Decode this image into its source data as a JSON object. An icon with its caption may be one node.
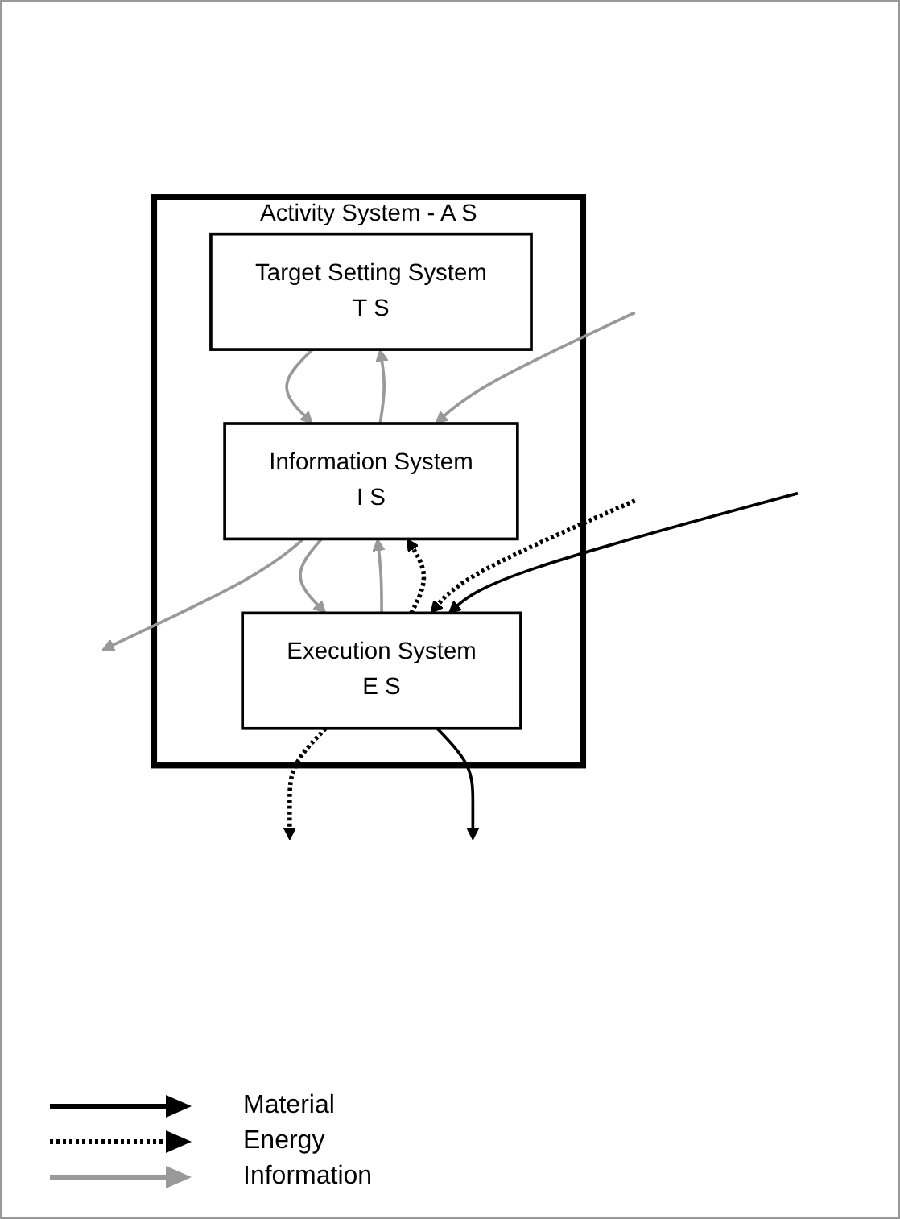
{
  "diagram": {
    "nodes": [
      {
        "text": [
          "Activity System - A S"
        ]
      },
      {
        "text": [
          "Target Setting System",
          "T S"
        ],
        "in": 0
      },
      {
        "text": [
          "Information System",
          "I S"
        ],
        "in": 0
      },
      {
        "text": [
          "Execution System",
          "E S"
        ],
        "in": 0
      }
    ],
    "edges": [
      {
        "from": 1,
        "to": 2,
        "arrow": "to"
      },
      {
        "from": 2,
        "to": 1,
        "arrow": "to"
      },
      {
        "from": null,
        "to": 2,
        "arrow": "to"
      },
      {
        "from": 2,
        "to": null,
        "arrow": "to"
      },
      {
        "from": 2,
        "to": 3,
        "arrow": "to"
      },
      {
        "from": 3,
        "to": 2,
        "arrow": "to"
      },
      {
        "from": 3,
        "to": 2,
        "arrow": "to",
        "style": "dashed",
        "color": "#000000"
      },
      {
        "from": null,
        "to": 3,
        "arrow": "to",
        "style": "dashed",
        "color": "#000000"
      },
      {
        "from": null,
        "to": 3,
        "arrow": "to",
        "color": "#000000"
      },
      {
        "from": 3,
        "to": null,
        "arrow": "to",
        "style": "dashed",
        "color": "#000000"
      },
      {
        "from": 3,
        "to": null,
        "arrow": "to",
        "color": "#000000"
      }
    ],
    "legend": [
      {
        "text": "Material"
      },
      {
        "text": "Energy"
      },
      {
        "text": "Information"
      }
    ]
  }
}
